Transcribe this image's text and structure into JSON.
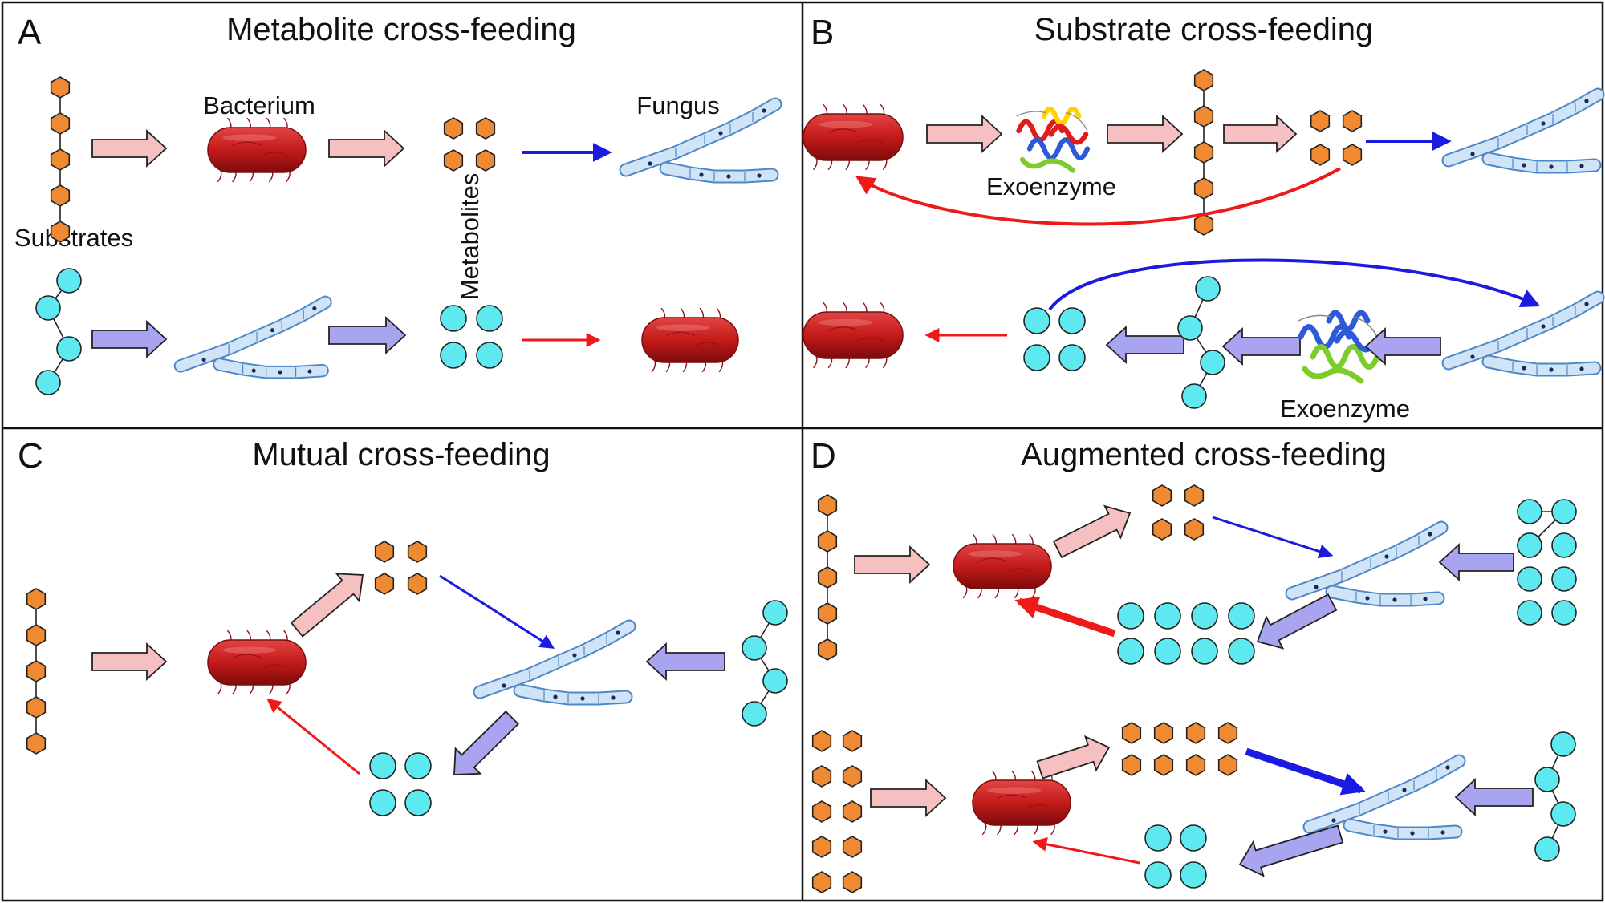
{
  "panels": {
    "A": {
      "letter": "A",
      "title": "Metabolite cross-feeding",
      "bacterium_label": "Bacterium",
      "fungus_label": "Fungus",
      "substrates_label": "Substrates",
      "metabolites_label": "Metabolites"
    },
    "B": {
      "letter": "B",
      "title": "Substrate cross-feeding",
      "exoenzyme_top_label": "Exoenzyme",
      "exoenzyme_bottom_label": "Exoenzyme"
    },
    "C": {
      "letter": "C",
      "title": "Mutual cross-feeding"
    },
    "D": {
      "letter": "D",
      "title": "Augmented cross-feeding"
    }
  },
  "colors": {
    "hexagon_fill": "#f08a32",
    "circle_fill": "#5ee8f0",
    "bacterium": "#cc2020",
    "fungus_fill": "#cfe4f6",
    "fungus_stroke": "#4f86c6",
    "pink_arrow": "#f7c0c0",
    "purple_arrow": "#a9a4ef",
    "blue_arrow": "#1a1ae0",
    "red_arrow": "#ee1a1a"
  },
  "icons": [
    "hexagon-icon",
    "circle-icon",
    "bacterium-icon",
    "fungus-icon",
    "exoenzyme-icon"
  ]
}
